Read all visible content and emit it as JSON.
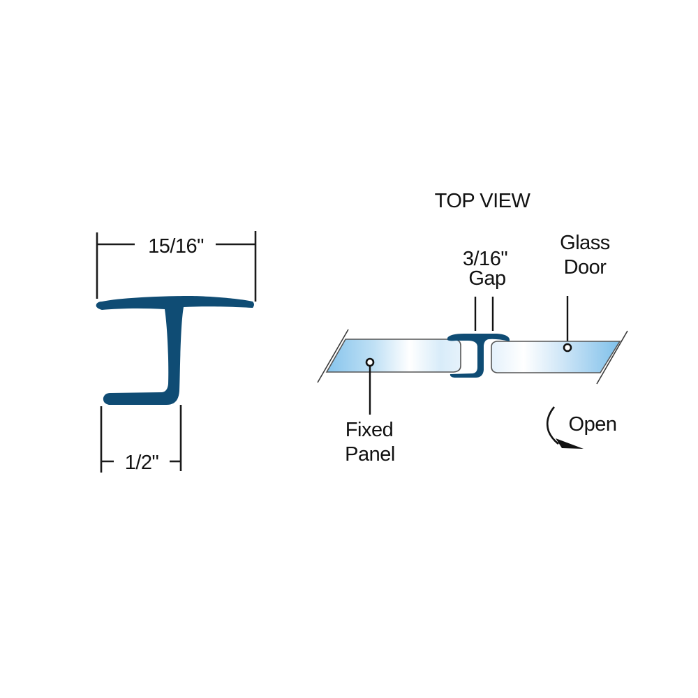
{
  "profile_view": {
    "width_dimension": "15/16\"",
    "leg_dimension": "1/2\""
  },
  "top_view": {
    "title": "TOP VIEW",
    "gap_dimension": "3/16\"",
    "gap_label": "Gap",
    "glass_door_line1": "Glass",
    "glass_door_line2": "Door",
    "fixed_panel_line1": "Fixed",
    "fixed_panel_line2": "Panel",
    "open_label": "Open"
  },
  "colors": {
    "profile_blue": "#0f4c74",
    "glass_blue": "#9dd0f0",
    "glass_highlight": "#ffffff",
    "text": "#111111",
    "background": "#ffffff"
  }
}
